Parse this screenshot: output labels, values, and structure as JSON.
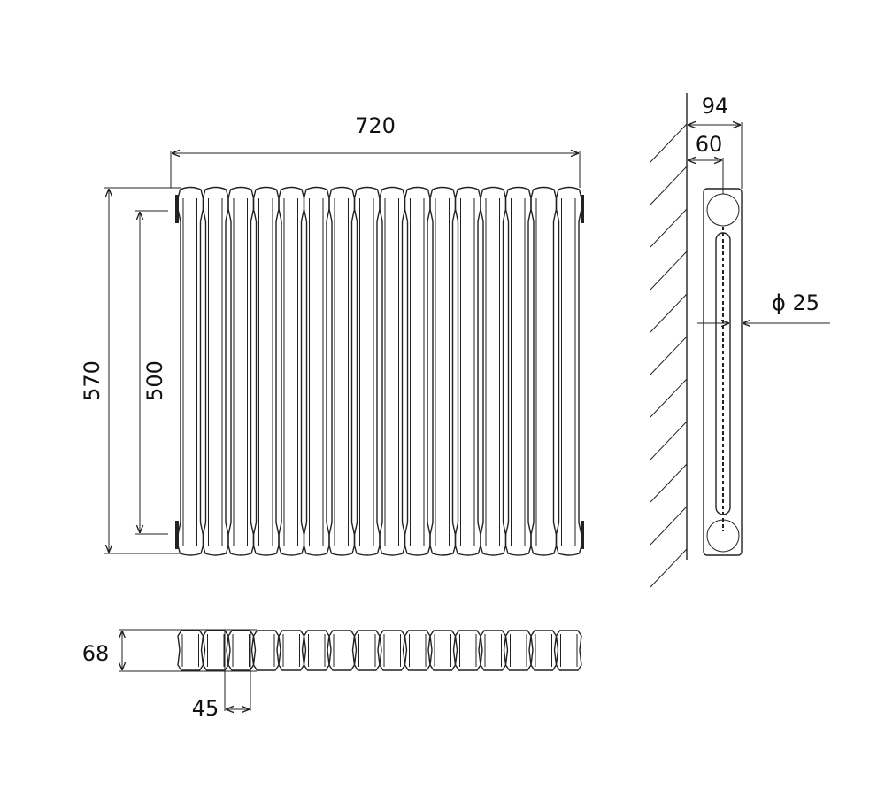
{
  "drawing": {
    "front_view": {
      "column_count": 16,
      "width_label": "720",
      "height_label": "570",
      "centers_label": "500"
    },
    "top_view": {
      "depth_label": "68",
      "pitch_label": "45"
    },
    "side_view": {
      "total_depth_label": "94",
      "wall_to_center_label": "60",
      "pipe_label": "ϕ 25"
    },
    "colors": {
      "line": "#222222",
      "background": "#ffffff"
    }
  }
}
